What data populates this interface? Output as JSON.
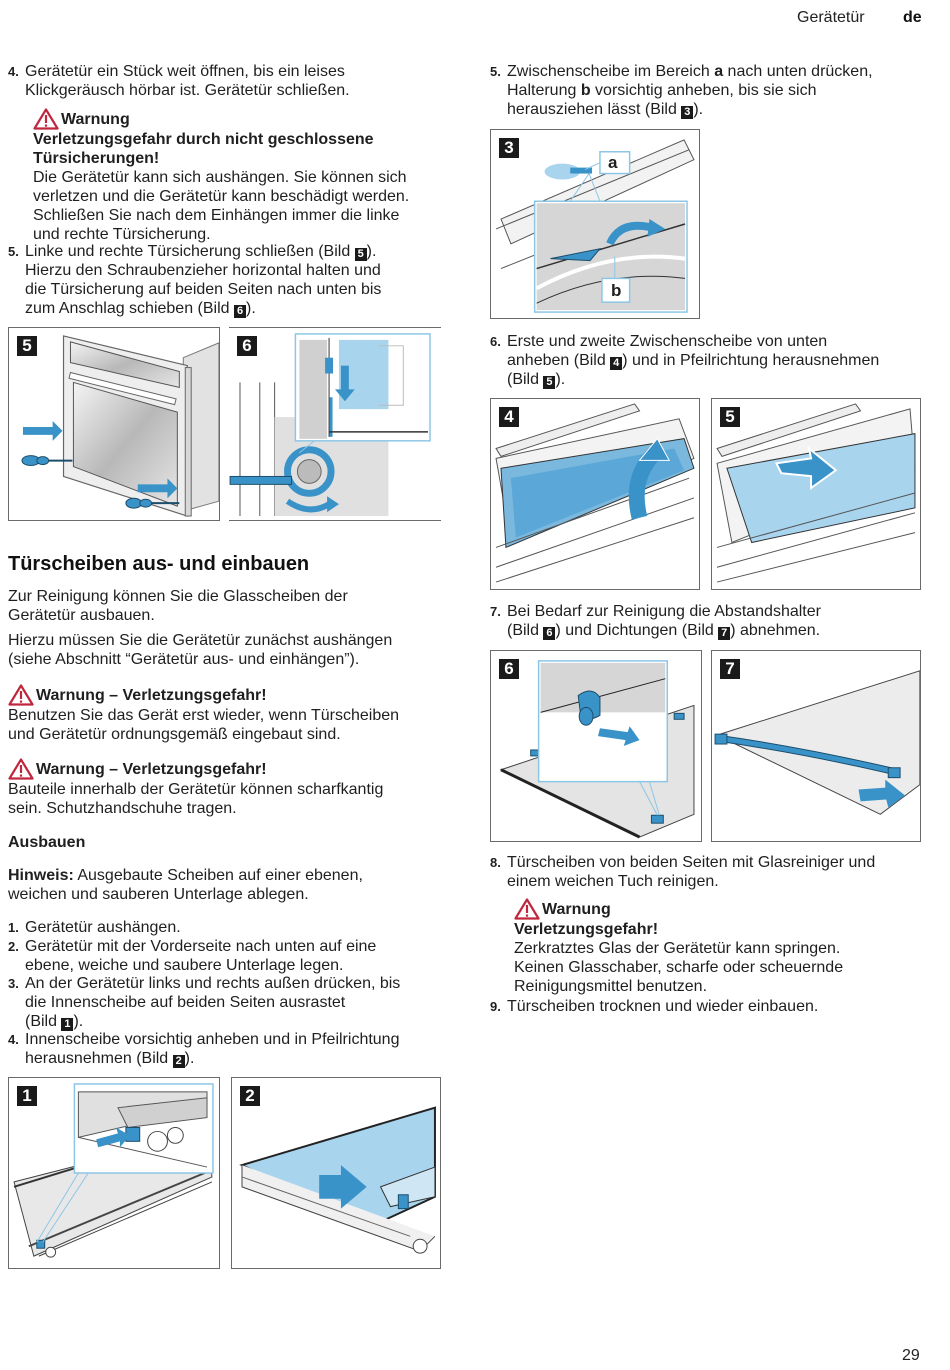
{
  "header": {
    "section": "Gerätetür",
    "language": "de"
  },
  "page_number": "29",
  "colors": {
    "warning_red": "#c0263c",
    "accent_blue": "#3a93c8",
    "light_blue": "#a8d4ee",
    "label_bg": "#1a1a1a"
  },
  "left_top": {
    "step4": {
      "num": "4.",
      "line1": "Gerätetür ein Stück weit öffnen, bis ein leises",
      "line2": "Klickgeräusch hörbar ist. Gerätetür schließen."
    },
    "warning1": {
      "icon": "warning-triangle-icon",
      "title": "Warnung",
      "subtitle1": "Verletzungsgefahr durch nicht geschlossene",
      "subtitle2": "Türsicherungen!",
      "body": [
        "Die Gerätetür kann sich aushängen. Sie können sich",
        "verletzen und die Gerätetür kann beschädigt werden.",
        "Schließen Sie nach dem Einhängen immer die linke",
        "und rechte Türsicherung."
      ]
    },
    "step5": {
      "num": "5.",
      "line1_pre": "Linke und rechte Türsicherung schließen (Bild ",
      "line1_ref": "5",
      "line1_post": ").",
      "line2": "Hierzu den Schraubenzieher horizontal halten und",
      "line3": "die Türsicherung auf beiden Seiten nach unten bis",
      "line4_pre": "zum Anschlag schieben (Bild ",
      "line4_ref": "6",
      "line4_post": ")."
    },
    "figures": [
      {
        "label": "5"
      },
      {
        "label": "6"
      }
    ]
  },
  "right_top": {
    "step5": {
      "num": "5.",
      "line1_pre": "Zwischenscheibe im Bereich ",
      "line1_bold": "a",
      "line1_post": " nach unten drücken,",
      "line2_pre": "Halterung ",
      "line2_bold": "b",
      "line2_post": " vorsichtig anheben, bis sie sich",
      "line3_pre": "herausziehen lässt (Bild ",
      "line3_ref": "3",
      "line3_post": ")."
    },
    "figure3": {
      "label": "3",
      "callout_a": "a",
      "callout_b": "b"
    },
    "step6": {
      "num": "6.",
      "line1": "Erste und zweite Zwischenscheibe von unten",
      "line2_pre": "anheben (Bild ",
      "line2_ref": "4",
      "line2_post": ") und in Pfeilrichtung herausnehmen",
      "line3_pre": "(Bild ",
      "line3_ref": "5",
      "line3_post": ")."
    },
    "figures_45": [
      {
        "label": "4"
      },
      {
        "label": "5"
      }
    ],
    "step7": {
      "num": "7.",
      "line1": "Bei Bedarf zur Reinigung die Abstandshalter",
      "line2_pre": "(Bild ",
      "line2_ref": "6",
      "line2_mid": ") und Dichtungen (Bild ",
      "line2_ref2": "7",
      "line2_post": ") abnehmen."
    },
    "figures_67": [
      {
        "label": "6"
      },
      {
        "label": "7"
      }
    ],
    "step8": {
      "num": "8.",
      "line1": "Türscheiben von beiden Seiten mit Glasreiniger und",
      "line2": "einem weichen Tuch reinigen."
    },
    "warning": {
      "title": "Warnung",
      "subtitle": "Verletzungsgefahr!",
      "body": [
        "Zerkratztes Glas der Gerätetür kann springen.",
        "Keinen Glasschaber, scharfe oder scheuernde",
        "Reinigungsmittel benutzen."
      ]
    },
    "step9": {
      "num": "9.",
      "text": "Türscheiben trocknen und wieder einbauen."
    }
  },
  "section": {
    "title": "Türscheiben aus- und einbauen",
    "intro1": [
      "Zur Reinigung können Sie die Glasscheiben der",
      "Gerätetür ausbauen."
    ],
    "intro2": [
      "Hierzu müssen Sie die Gerätetür zunächst aushängen",
      "(siehe Abschnitt “Gerätetür aus- und einhängen”)."
    ],
    "warning_a": {
      "title": "Warnung – Verletzungsgefahr!",
      "body": [
        "Benutzen Sie das Gerät erst wieder, wenn Türscheiben",
        "und Gerätetür ordnungsgemäß eingebaut sind."
      ]
    },
    "warning_b": {
      "title": "Warnung – Verletzungsgefahr!",
      "body": [
        "Bauteile innerhalb der Gerätetür können scharfkantig",
        "sein. Schutzhandschuhe tragen."
      ]
    },
    "subheading": "Ausbauen",
    "hint_label": "Hinweis:",
    "hint_text1": " Ausgebaute Scheiben auf einer ebenen,",
    "hint_text2": "weichen und sauberen Unterlage ablegen.",
    "steps": [
      {
        "num": "1.",
        "lines": [
          "Gerätetür aushängen."
        ]
      },
      {
        "num": "2.",
        "lines": [
          "Gerätetür mit der Vorderseite nach unten auf eine",
          "ebene, weiche und saubere Unterlage legen."
        ]
      },
      {
        "num": "3.",
        "lines": [
          "An der Gerätetür links und rechts außen drücken, bis",
          "die Innenscheibe auf beiden Seiten ausrastet"
        ],
        "last_pre": "(Bild ",
        "last_ref": "1",
        "last_post": ")."
      },
      {
        "num": "4.",
        "lines": [
          "Innenscheibe vorsichtig anheben und in Pfeilrichtung"
        ],
        "last_pre": "herausnehmen (Bild ",
        "last_ref": "2",
        "last_post": ")."
      }
    ],
    "figures_12": [
      {
        "label": "1"
      },
      {
        "label": "2"
      }
    ]
  }
}
